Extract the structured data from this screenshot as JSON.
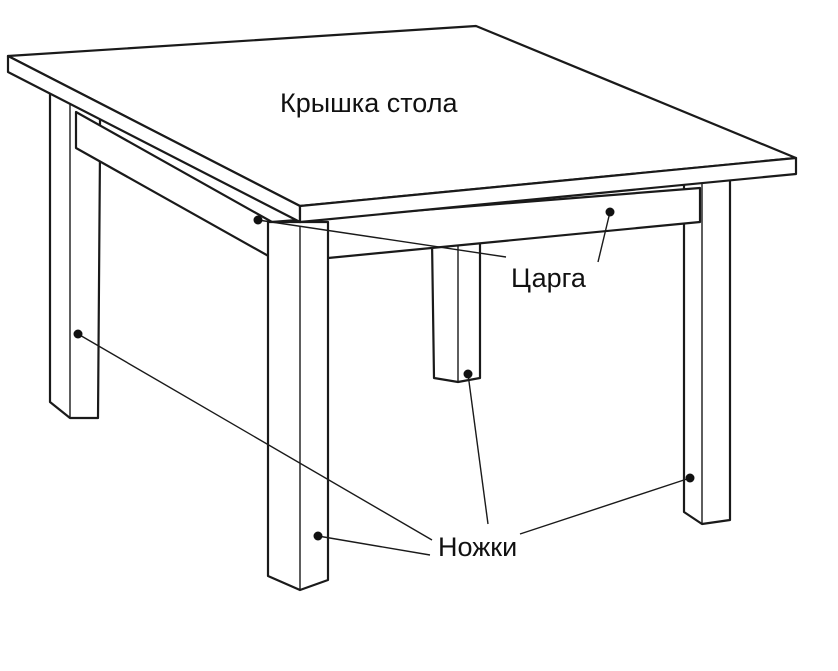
{
  "labels": {
    "table_top": "Крышка стола",
    "apron": "Царга",
    "legs": "Ножки"
  },
  "colors": {
    "ink": "#1a1a1a",
    "background": "#ffffff"
  }
}
